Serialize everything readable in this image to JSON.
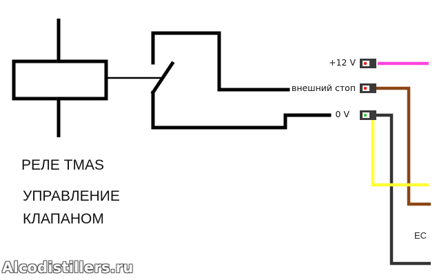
{
  "captions": {
    "relay_name": "РЕЛЕ TMAS",
    "function_line1": "УПРАВЛЕНИЕ",
    "function_line2": "КЛАПАНОМ"
  },
  "connector": {
    "pins": [
      {
        "label": "+12 V",
        "wire_color": "#ff44dd",
        "led_color": "#ff1a1a"
      },
      {
        "label": "внешний стоп",
        "wire_color": "#8b4513",
        "led_color": "#ff1a1a"
      },
      {
        "label": "0 V",
        "wire_color": "#ffff33",
        "led_color": "#33cc33"
      }
    ]
  },
  "device_label": "EC",
  "watermark": "Alcodistillers.ru",
  "colors": {
    "line": "#000000",
    "wire_black": "#333333",
    "pin_body": "#3a3a3a"
  }
}
